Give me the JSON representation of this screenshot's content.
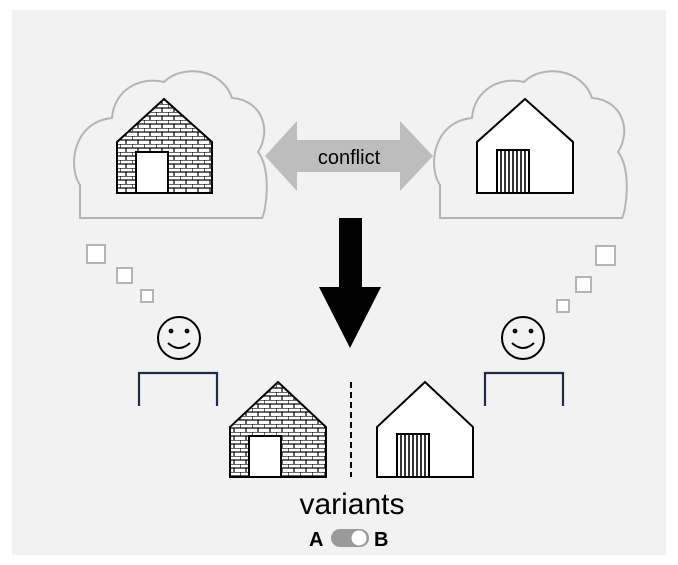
{
  "conflict_label": "conflict",
  "variants_label": "variants",
  "toggle": {
    "left": "A",
    "right": "B"
  },
  "colors": {
    "background": "#f2f2f2",
    "cloud_stroke": "#b4b4b4",
    "conflict_arrow": "#bdbdbd",
    "desk": "#1e2d4a",
    "ink": "#000000",
    "toggle_track": "#9a9a9a"
  }
}
